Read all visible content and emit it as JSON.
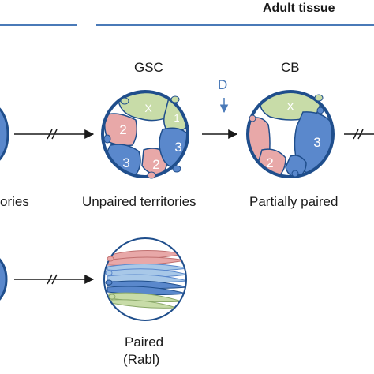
{
  "header": {
    "title": "Adult tissue"
  },
  "nucleus_gsc": {
    "name": "GSC",
    "caption": "Unpaired territories",
    "labels": [
      "X",
      "2",
      "3",
      "3",
      "2",
      "1"
    ]
  },
  "nucleus_cb": {
    "name": "CB",
    "caption": "Partially paired",
    "labels": [
      "X",
      "2",
      "3"
    ]
  },
  "nucleus_left": {
    "caption_fragment": "ories"
  },
  "nucleus_rabl": {
    "caption_line1": "Paired",
    "caption_line2": "(Rabl)"
  },
  "division_marker": {
    "label": "D"
  },
  "colors": {
    "chr_x_green": "#c8dca8",
    "chr_2_pink": "#e8a8a8",
    "chr_3_blue": "#5a88cc",
    "envelope": "#1f4e8c",
    "rule_blue": "#4a7ab8"
  }
}
